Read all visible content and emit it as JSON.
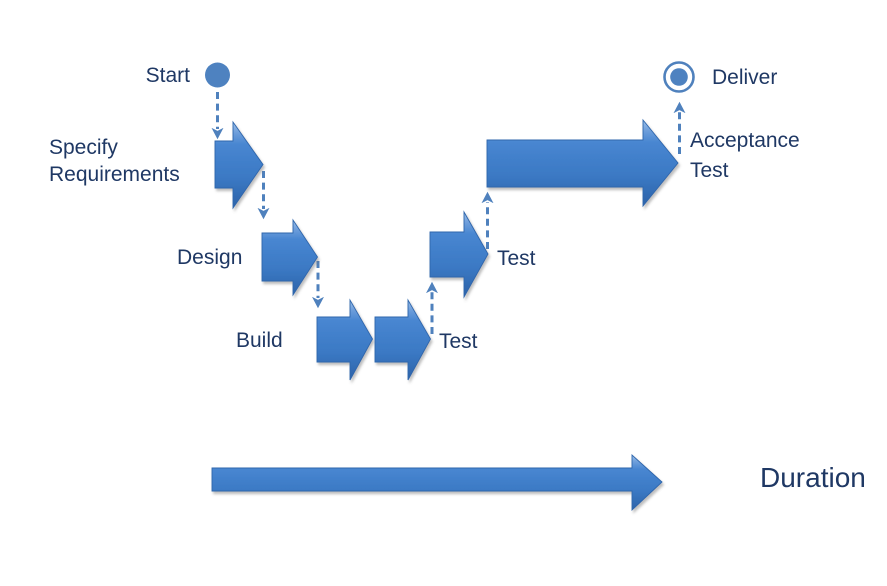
{
  "diagram": {
    "start_node": {
      "label": "Start",
      "shape": "filled-circle"
    },
    "end_node": {
      "label": "Deliver",
      "shape": "ringed-circle"
    },
    "steps": [
      {
        "label": "Specify Requirements",
        "lines": [
          "Specify",
          "Requirements"
        ]
      },
      {
        "label": "Design",
        "lines": [
          "Design"
        ]
      },
      {
        "label": "Build",
        "lines": [
          "Build"
        ]
      },
      {
        "label": "Test",
        "lines": [
          "Test"
        ]
      },
      {
        "label": "Test",
        "lines": [
          "Test"
        ]
      },
      {
        "label": "Acceptance Test",
        "lines": [
          "Acceptance",
          "Test"
        ]
      }
    ],
    "timeline": {
      "label": "Duration"
    }
  },
  "colors": {
    "arrow_gradient": [
      "#9CC0EA",
      "#6F9FDB",
      "#4886D1",
      "#3B79C4",
      "#2C63A9"
    ],
    "arrow_edge": "#2E66AC",
    "connector": "#4F81BD",
    "node_fill": "#4E82C0",
    "node_ring": "#4F81BD",
    "text": "#1F3864"
  }
}
